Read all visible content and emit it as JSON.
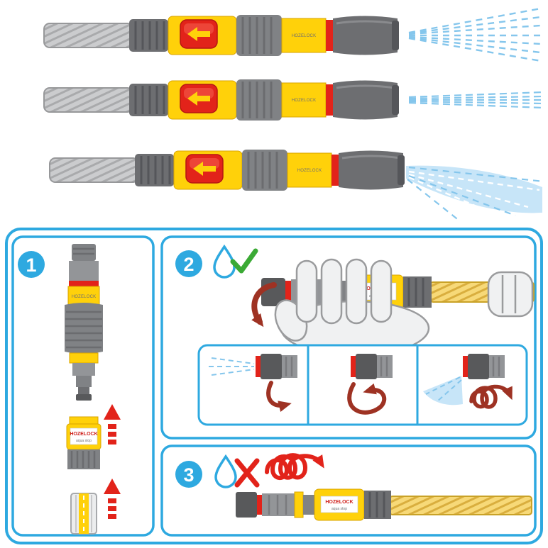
{
  "brand": {
    "name": "HOZELOCK",
    "range": "aqua stop"
  },
  "steps": [
    {
      "number": "1"
    },
    {
      "number": "2"
    },
    {
      "number": "3"
    }
  ],
  "top_section": {
    "rows": [
      {
        "spray": "wide flat fan spray"
      },
      {
        "spray": "straight jet spray"
      },
      {
        "spray": "downward shower spray"
      }
    ]
  },
  "icons": {
    "water_drop_ok": "💧✓",
    "water_drop_no": "💧✕",
    "release_button_arrow": "←",
    "push_arrow": "▲",
    "twist_arrow": "↺",
    "spiral_arrow": "↻↻"
  },
  "colors": {
    "panel_border_blue": "#2EA9E0",
    "step_circle_blue": "#2EA9E0",
    "red": "#E2231A",
    "dark_red_arrow": "#9E3223",
    "yellow": "#FFD10A",
    "gray": "#808285",
    "dark_gray": "#58595B",
    "spray_line_blue": "#85C6EC",
    "spray_fill_blue": "#C7E5F8",
    "check_green": "#3BAA35"
  }
}
